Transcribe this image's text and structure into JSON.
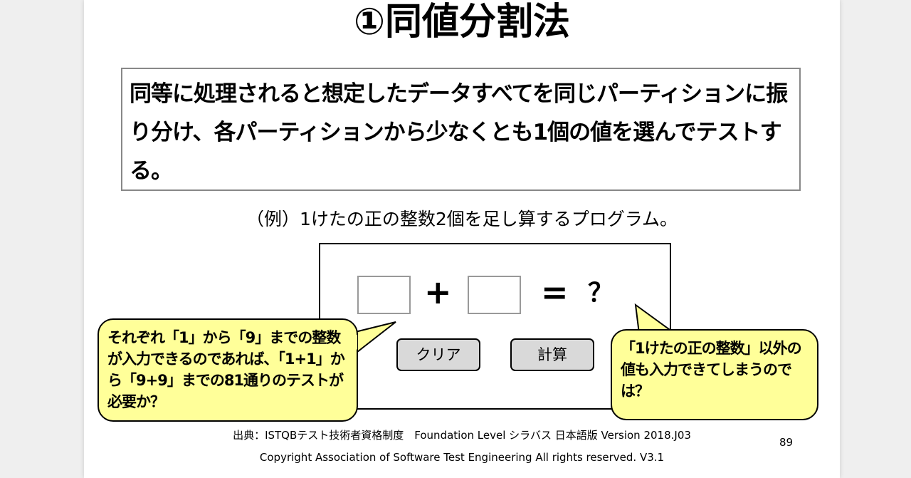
{
  "slide": {
    "title": "①同値分割法",
    "definition": "同等に処理されると想定したデータすべてを同じパーティションに振り分け、各パーティションから少なくとも1個の値を選んでテストする。",
    "example": "（例）1けたの正の整数2個を足し算するプログラム。",
    "calculator": {
      "plus": "+",
      "equals": "=",
      "result": "？",
      "clear_label": "クリア",
      "calc_label": "計算",
      "input1_value": "",
      "input2_value": ""
    },
    "callout_left": "それぞれ「1」から「9」までの整数が入力できるのであれば、「1+1」から「9+9」までの81通りのテストが必要か？",
    "callout_right": "「1けたの正の整数」以外の値も入力できてしまうのでは？",
    "callout_color": "#ffff99",
    "source": "出典：ISTQBテスト技術者資格制度　Foundation Level シラバス 日本語版 Version 2018.J03",
    "copyright": "Copyright Association of Software Test Engineering All rights reserved.  V3.1",
    "page_number": "89"
  }
}
